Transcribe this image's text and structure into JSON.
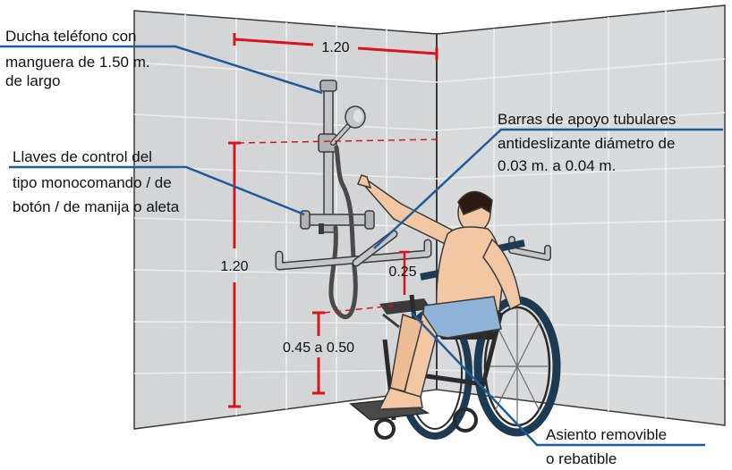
{
  "callouts": {
    "shower": [
      "Ducha teléfono con",
      "manguera de 1.50 m.",
      "de largo"
    ],
    "controls": [
      "Llaves de control del",
      "tipo monocomando / de",
      "botón / de manija o aleta"
    ],
    "bars": [
      "Barras de apoyo tubulares",
      "antideslizante diámetro de",
      "0.03 m. a 0.04 m."
    ],
    "seat": [
      "Asiento removible",
      "o rebatible"
    ]
  },
  "measurements": {
    "wall_width": "1.20",
    "controls_height": "1.20",
    "bar_above_seat": "0.25",
    "seat_height": "0.45 a 0.50"
  },
  "colors": {
    "dimension": "#d8141c",
    "leader": "#1f5c9c",
    "wall": "#d4d5d7",
    "tile_line": "#eceded",
    "outline": "#3a3a3a",
    "chrome": "#c4c6c9",
    "skin": "#f2c8a4",
    "shorts": "#8fb4d8",
    "wheelchair_frame": "#2a2a2a"
  }
}
